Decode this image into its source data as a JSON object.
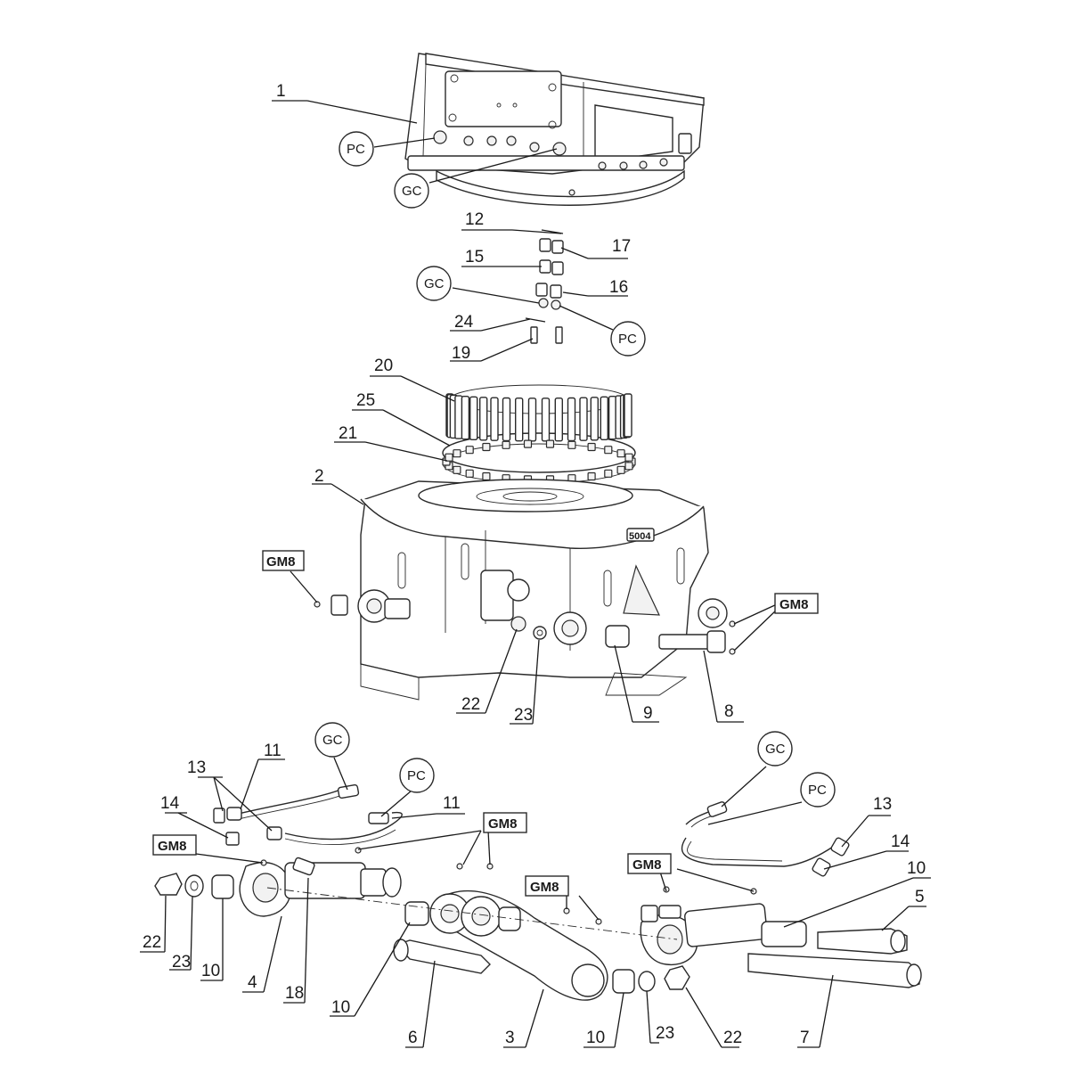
{
  "callouts": {
    "c1": "1",
    "c2": "2",
    "c3": "3",
    "c4": "4",
    "c5": "5",
    "c6": "6",
    "c7": "7",
    "c8": "8",
    "c9": "9",
    "c10a": "10",
    "c10b": "10",
    "c10c": "10",
    "c10d": "10",
    "c11a": "11",
    "c11b": "11",
    "c12": "12",
    "c13a": "13",
    "c13b": "13",
    "c14a": "14",
    "c14b": "14",
    "c15": "15",
    "c16": "16",
    "c17": "17",
    "c18": "18",
    "c19": "19",
    "c20": "20",
    "c21": "21",
    "c22a": "22",
    "c22b": "22",
    "c22c": "22",
    "c23a": "23",
    "c23b": "23",
    "c23c": "23",
    "c24": "24",
    "c25": "25"
  },
  "bubbles": {
    "pc_top": "PC",
    "gc_top": "GC",
    "gc_mid": "GC",
    "pc_mid": "PC",
    "gc_left": "GC",
    "pc_left": "PC",
    "gc_right": "GC",
    "pc_right": "PC"
  },
  "boxes": {
    "gm8_a": "GM8",
    "gm8_b": "GM8",
    "gm8_c": "GM8",
    "gm8_d": "GM8",
    "gm8_e": "GM8",
    "gm8_f": "GM8"
  },
  "frame_marking": "5004",
  "colors": {
    "line": "#1a1a1a",
    "background": "#ffffff"
  }
}
